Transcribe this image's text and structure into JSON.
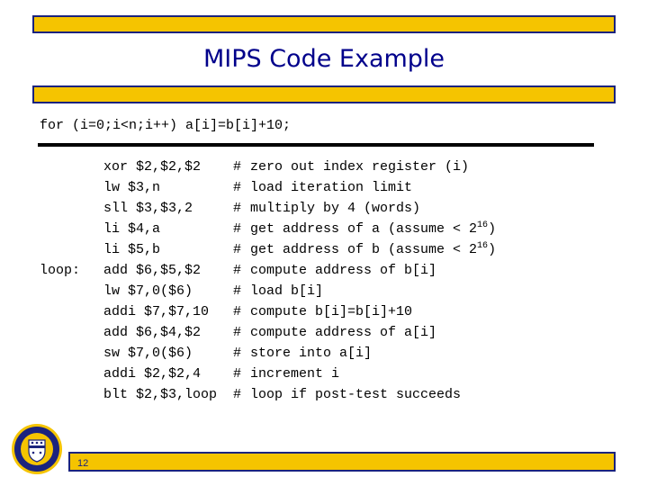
{
  "slide": {
    "title": "MIPS Code Example",
    "for_statement": "for (i=0;i<n;i++) a[i]=b[i]+10;",
    "page_number": "12",
    "logo": "university-of-pittsburgh-seal",
    "colors": {
      "bar": "#f5c400",
      "bar_border": "#1a237e",
      "title": "#00008b"
    }
  },
  "code": [
    {
      "label": "",
      "instr": "xor $2,$2,$2",
      "hash": "#",
      "comment": "zero out index register (i)",
      "sup": ""
    },
    {
      "label": "",
      "instr": "lw $3,n",
      "hash": "#",
      "comment": "load iteration limit",
      "sup": ""
    },
    {
      "label": "",
      "instr": "sll $3,$3,2",
      "hash": "#",
      "comment": "multiply by 4 (words)",
      "sup": ""
    },
    {
      "label": "",
      "instr": "li $4,a",
      "hash": "#",
      "comment": "get address of a (assume < 2",
      "sup": "16",
      "after": ")"
    },
    {
      "label": "",
      "instr": "li $5,b",
      "hash": "#",
      "comment": "get address of b (assume < 2",
      "sup": "16",
      "after": ")"
    },
    {
      "label": "loop:",
      "instr": "add $6,$5,$2",
      "hash": "#",
      "comment": "compute address of b[i]",
      "sup": ""
    },
    {
      "label": "",
      "instr": "lw $7,0($6)",
      "hash": "#",
      "comment": "load b[i]",
      "sup": ""
    },
    {
      "label": "",
      "instr": "addi $7,$7,10",
      "hash": "#",
      "comment": "compute b[i]=b[i]+10",
      "sup": ""
    },
    {
      "label": "",
      "instr": "add $6,$4,$2",
      "hash": "#",
      "comment": "compute address of a[i]",
      "sup": ""
    },
    {
      "label": "",
      "instr": "sw $7,0($6)",
      "hash": "#",
      "comment": "store into a[i]",
      "sup": ""
    },
    {
      "label": "",
      "instr": "addi $2,$2,4",
      "hash": "#",
      "comment": "increment i",
      "sup": ""
    },
    {
      "label": "",
      "instr": "blt $2,$3,loop",
      "hash": "#",
      "comment": "loop if post-test succeeds",
      "sup": ""
    }
  ]
}
